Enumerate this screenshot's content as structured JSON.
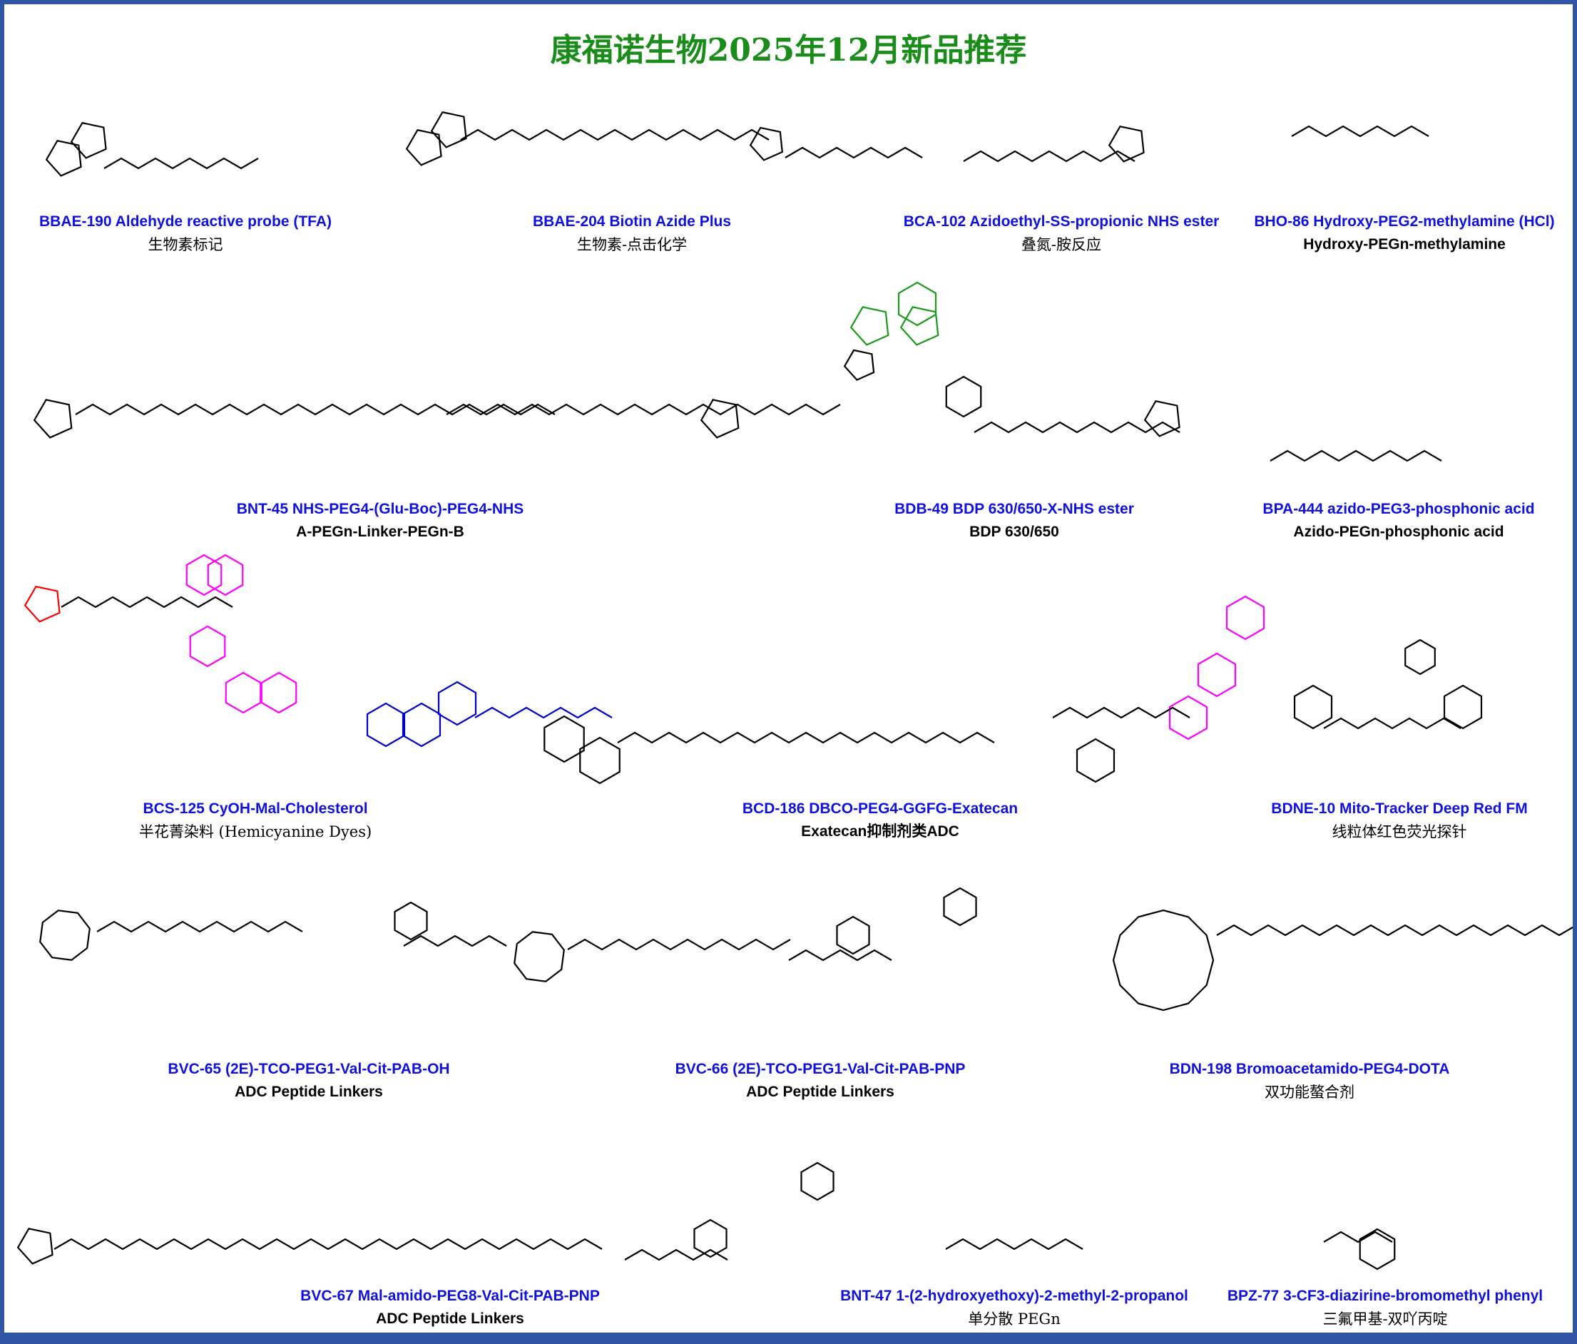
{
  "title": "康福诺生物2025年12月新品推荐",
  "colors": {
    "title": "#1a8c1a",
    "name": "#1010e0",
    "frame": "#2f55a4",
    "accent_pink": "#ff00ff",
    "accent_green": "#1a9a1a",
    "accent_red": "#ff0000"
  },
  "products": [
    {
      "name": "BBAE-190   Aldehyde reactive probe (TFA)",
      "category": "生物素标记"
    },
    {
      "name": "BBAE-204 Biotin Azide Plus",
      "category": "生物素-点击化学"
    },
    {
      "name": "BCA-102 Azidoethyl-SS-propionic NHS ester",
      "category": "叠氮-胺反应"
    },
    {
      "name": "BHO-86  Hydroxy-PEG2-methylamine (HCl)",
      "category": "Hydroxy-PEGn-methylamine"
    },
    {
      "name": "BNT-45  NHS-PEG4-(Glu-Boc)-PEG4-NHS",
      "category": "A-PEGn-Linker-PEGn-B"
    },
    {
      "name": "BDB-49  BDP 630/650-X-NHS ester",
      "category": "BDP 630/650"
    },
    {
      "name": "BPA-444  azido-PEG3-phosphonic acid",
      "category": "Azido-PEGn-phosphonic acid"
    },
    {
      "name": "BCS-125  CyOH-Mal-Cholesterol",
      "category": "半花菁染料 (Hemicyanine Dyes)"
    },
    {
      "name": "BCD-186  DBCO-PEG4-GGFG-Exatecan",
      "category": "Exatecan抑制剂类ADC"
    },
    {
      "name": "BDNE-10  Mito-Tracker Deep Red FM",
      "category": "线粒体红色荧光探针"
    },
    {
      "name": "BVC-65  (2E)-TCO-PEG1-Val-Cit-PAB-OH",
      "category": "ADC Peptide Linkers"
    },
    {
      "name": "BVC-66  (2E)-TCO-PEG1-Val-Cit-PAB-PNP",
      "category": "ADC Peptide Linkers"
    },
    {
      "name": "BDN-198  Bromoacetamido-PEG4-DOTA",
      "category": "双功能螯合剂"
    },
    {
      "name": "BVC-67 Mal-amido-PEG8-Val-Cit-PAB-PNP",
      "category": "ADC Peptide Linkers"
    },
    {
      "name": "BNT-47 1-(2-hydroxyethoxy)-2-methyl-2-propanol",
      "category": "单分散 PEGn"
    },
    {
      "name": "BPZ-77  3-CF3-diazirine-bromomethyl phenyl",
      "category": "三氟甲基-双吖丙啶"
    }
  ]
}
